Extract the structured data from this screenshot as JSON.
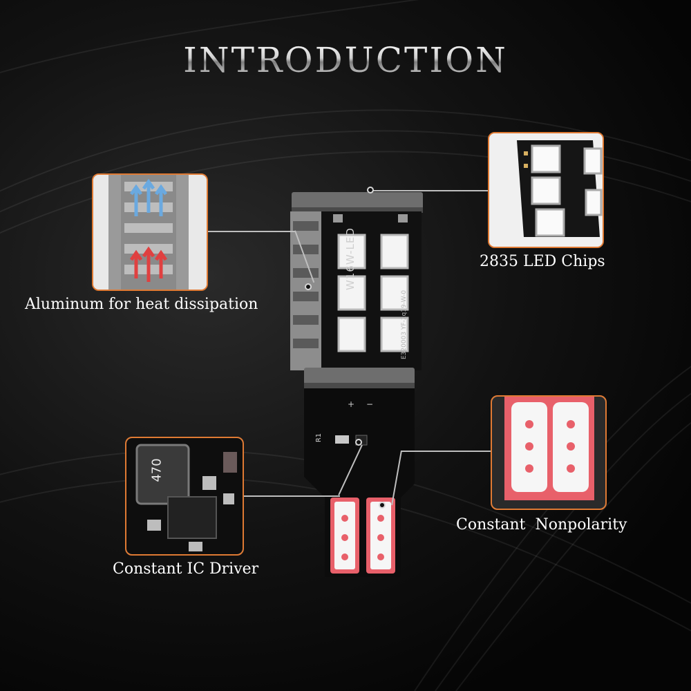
{
  "title": "INTRODUCTION",
  "features": {
    "heat": "Aluminum for heat dissipation",
    "chips": "2835 LED Chips",
    "driver": "Constant IC Driver",
    "polarity": "Constant  Nonpolarity"
  },
  "board_markings": {
    "model": "W16W-LED",
    "code": "E320003 YF-2q19-W-0",
    "resistor": "R1",
    "inductor": "470",
    "plus": "+",
    "minus": "−"
  },
  "colors": {
    "accent": "#e07a33",
    "pcb": "#111111",
    "led": "#ffffff",
    "pad": "#e8606a"
  }
}
